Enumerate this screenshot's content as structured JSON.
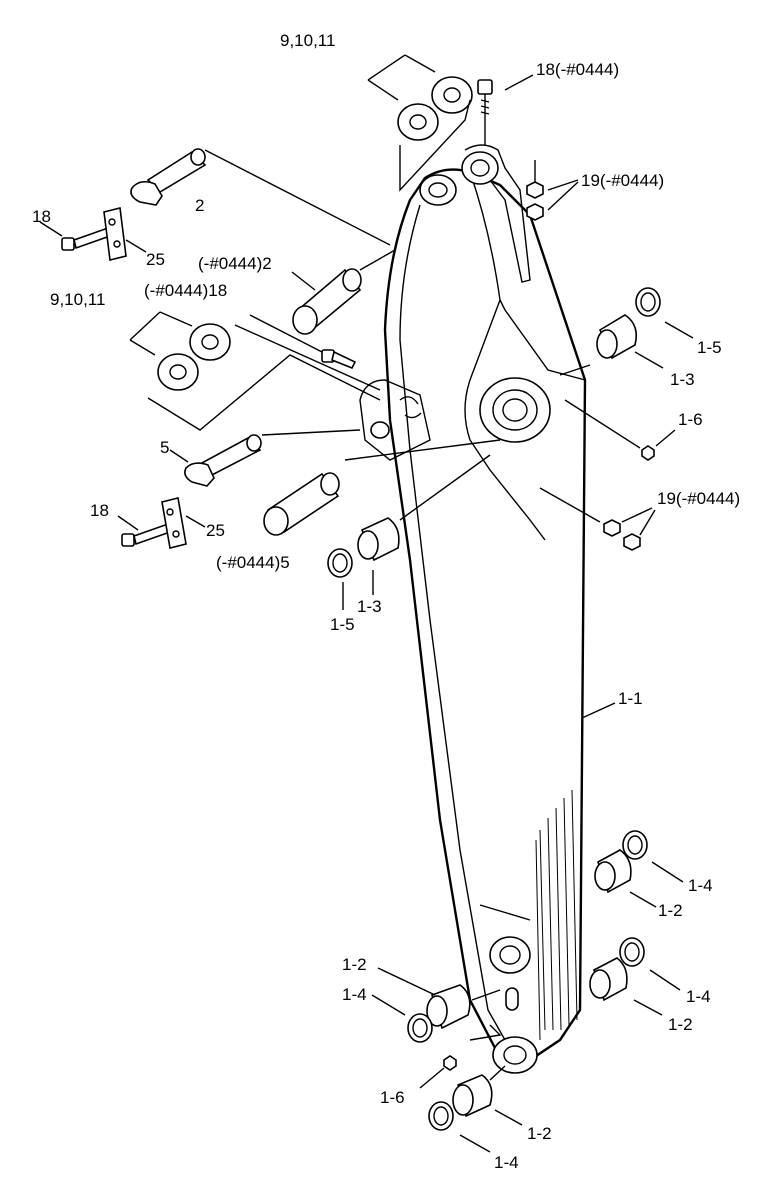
{
  "labels": {
    "top_washers": "9,10,11",
    "top_bolt": "18(-#0444)",
    "top_nuts": "19(-#0444)",
    "pin_2": "2",
    "bolt_18_upper": "18",
    "plate_25_upper": "25",
    "pin_2_alt": "(-#0444)2",
    "left_washers": "9,10,11",
    "bolt_18_alt": "(-#0444)18",
    "bushing_1_5_right": "1-5",
    "bushing_1_3_right": "1-3",
    "fitting_1_6_right": "1-6",
    "pin_5": "5",
    "mid_nuts": "19(-#0444)",
    "bolt_18_lower": "18",
    "plate_25_lower": "25",
    "pin_5_alt": "(-#0444)5",
    "bushing_1_3_left": "1-3",
    "bushing_1_5_left": "1-5",
    "boom_1_1": "1-1",
    "ring_1_4_right_upper": "1-4",
    "bushing_1_2_right_upper": "1-2",
    "ring_1_4_right_lower": "1-4",
    "bushing_1_2_right_lower": "1-2",
    "bushing_1_2_left": "1-2",
    "ring_1_4_left": "1-4",
    "fitting_1_6_bottom": "1-6",
    "bushing_1_2_bottom": "1-2",
    "ring_1_4_bottom": "1-4"
  }
}
